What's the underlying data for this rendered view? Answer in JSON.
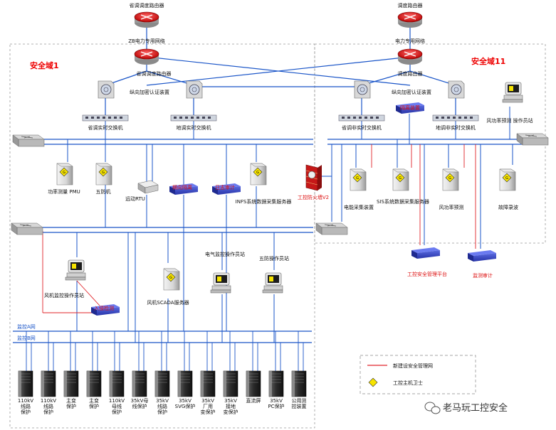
{
  "top_routers": {
    "left_label": "省调调度路由器",
    "right_label": "调度路由器"
  },
  "wan": {
    "left_label": "ZB电力专用网络",
    "right_label": "电力专用网络"
  },
  "zones": {
    "zone1": "安全域1",
    "zone11": "安全域11"
  },
  "left": {
    "router_label": "省调调度路由器",
    "auth_label": "纵向加密认证装置",
    "switch_a": "省调实时交换机",
    "switch_b": "地调实时交换机",
    "pmu": "功率测量 PMU",
    "wufang": "五防机",
    "rtu": "远动RTU",
    "isolation": "横向隔离",
    "audit": "日志审计",
    "data_server": "INFS系统数据采集服务器",
    "firewall": "工控防火墙V2",
    "operator1": "风机监控操作员站",
    "scada": "风机SCADA服务器",
    "operator2": "电气监控操作员站",
    "operator3": "五防操作员站",
    "monitor_device": "入侵检测",
    "net_a": "监控A网",
    "net_b": "监控B网",
    "bays": [
      "110kV 线路 保护",
      "110kV 线路 保护",
      "主变 保护",
      "主变 保护",
      "110kV 母线 保护",
      "35kV母 线保护",
      "35kV 线路 保护",
      "35kV SVG保护",
      "35kV 厂用 变保护",
      "35kV 接地 变保护",
      "直流屏",
      "35kV PC保护",
      "公用测 控装置"
    ]
  },
  "right": {
    "router_label": "调度路由器",
    "auth_label": "纵向加密认证装置",
    "isolation_top": "隔离装置",
    "switch_a": "省调非实时交换机",
    "switch_b": "地调非实时交换机",
    "workstation": "风功率预测 操作员站",
    "meter": "电能采集装置",
    "sis": "SIS系统数据采集服务器",
    "forecast": "风功率预测",
    "fault": "故障录波",
    "mgmt": "工控安全管理平台",
    "audit2": "监测审计"
  },
  "legend": {
    "line_label": "新建设安全管理网",
    "icon_label": "工控主机卫士"
  },
  "watermark": "老马玩工控安全"
}
